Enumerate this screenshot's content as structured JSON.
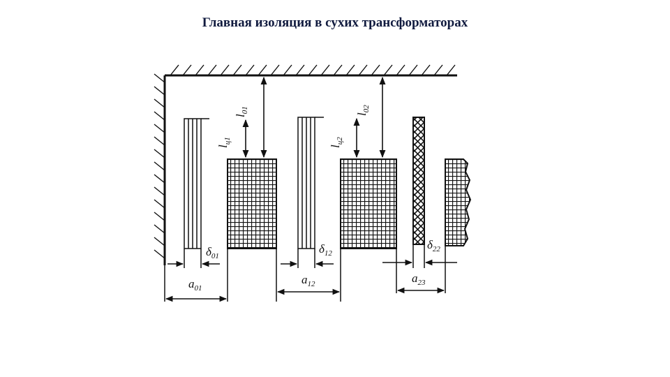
{
  "title": "Главная изоляция в сухих трансформаторах",
  "labels": {
    "l01": "l",
    "l01_sub": "01",
    "l02": "l",
    "l02_sub": "02",
    "lc1": "l",
    "lc1_sub": "ц1",
    "lc2": "l",
    "lc2_sub": "ц2",
    "d01": "δ",
    "d01_sub": "01",
    "d12": "δ",
    "d12_sub": "12",
    "d22": "δ",
    "d22_sub": "22",
    "a01": "a",
    "a01_sub": "01",
    "a12": "a",
    "a12_sub": "12",
    "a23": "a",
    "a23_sub": "23"
  },
  "colors": {
    "title": "#111b3f",
    "ink": "#111111"
  }
}
